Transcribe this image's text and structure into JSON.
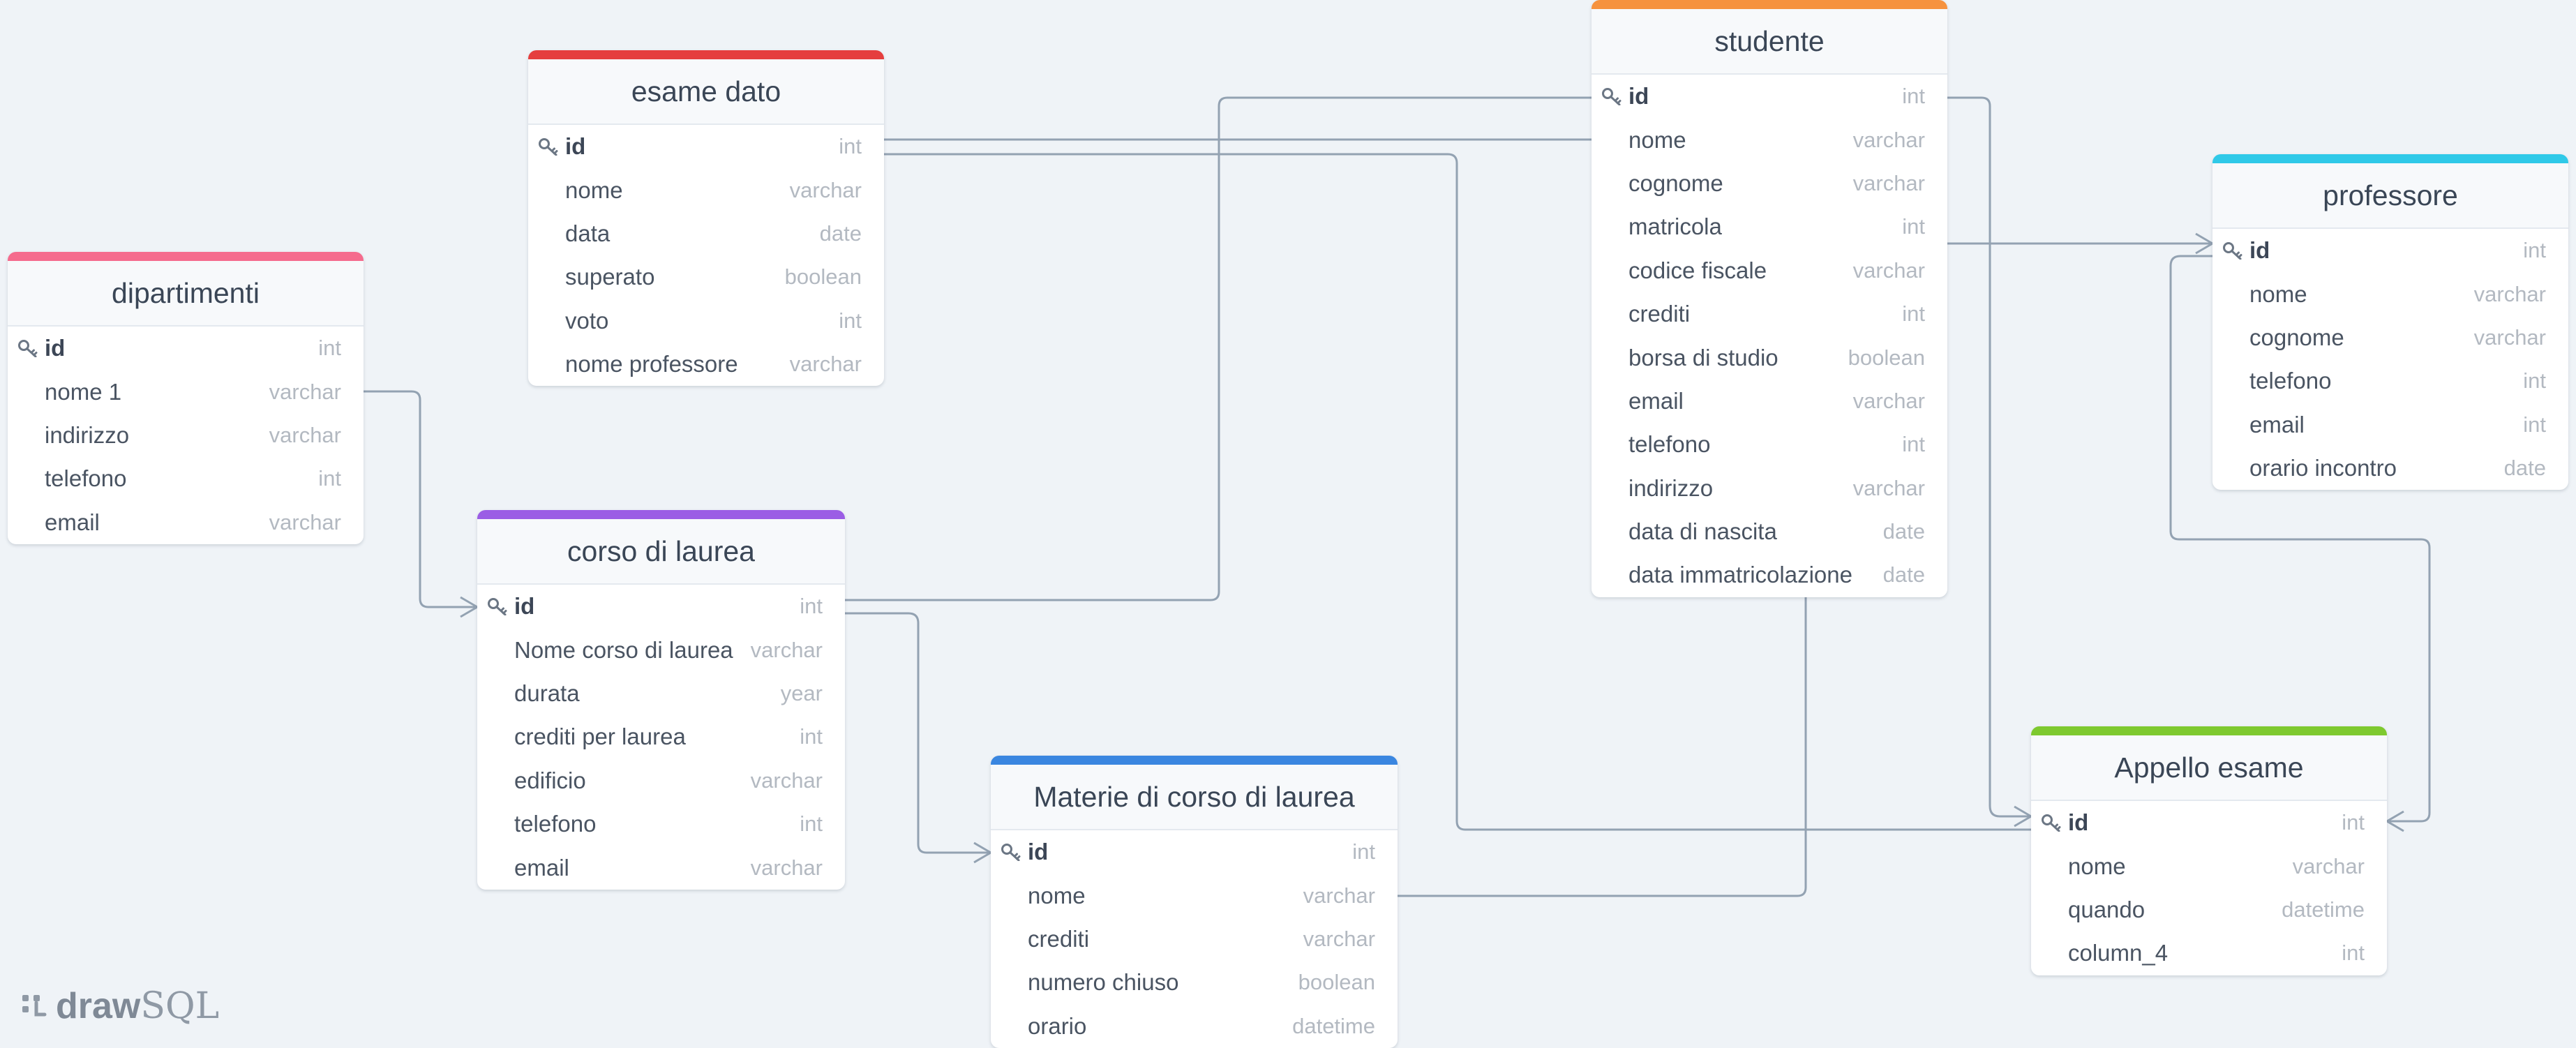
{
  "brand": {
    "logo_text_a": "draw",
    "logo_text_b": "SQL"
  },
  "colors": {
    "canvas": "#eff3f7",
    "connector": "#93a2b2",
    "esame_dato": "#e53e3e",
    "studente": "#f6923e",
    "professore": "#2fc9e8",
    "dipartimenti": "#f56b8d",
    "corso_di_laurea": "#9b5de5",
    "materie": "#3a86e0",
    "appello_esame": "#7ec92f"
  },
  "tables": {
    "esame_dato": {
      "title": "esame dato",
      "columns": [
        {
          "name": "id",
          "type": "int",
          "pk": true
        },
        {
          "name": "nome",
          "type": "varchar"
        },
        {
          "name": "data",
          "type": "date"
        },
        {
          "name": "superato",
          "type": "boolean"
        },
        {
          "name": "voto",
          "type": "int"
        },
        {
          "name": "nome professore",
          "type": "varchar"
        }
      ]
    },
    "studente": {
      "title": "studente",
      "columns": [
        {
          "name": "id",
          "type": "int",
          "pk": true
        },
        {
          "name": "nome",
          "type": "varchar"
        },
        {
          "name": "cognome",
          "type": "varchar"
        },
        {
          "name": "matricola",
          "type": "int"
        },
        {
          "name": "codice fiscale",
          "type": "varchar"
        },
        {
          "name": "crediti",
          "type": "int"
        },
        {
          "name": "borsa di studio",
          "type": "boolean"
        },
        {
          "name": "email",
          "type": "varchar"
        },
        {
          "name": "telefono",
          "type": "int"
        },
        {
          "name": "indirizzo",
          "type": "varchar"
        },
        {
          "name": "data di nascita",
          "type": "date"
        },
        {
          "name": "data immatricolazione",
          "type": "date"
        }
      ]
    },
    "professore": {
      "title": "professore",
      "columns": [
        {
          "name": "id",
          "type": "int",
          "pk": true
        },
        {
          "name": "nome",
          "type": "varchar"
        },
        {
          "name": "cognome",
          "type": "varchar"
        },
        {
          "name": "telefono",
          "type": "int"
        },
        {
          "name": "email",
          "type": "int"
        },
        {
          "name": "orario incontro",
          "type": "date"
        }
      ]
    },
    "dipartimenti": {
      "title": "dipartimenti",
      "columns": [
        {
          "name": "id",
          "type": "int",
          "pk": true
        },
        {
          "name": "nome 1",
          "type": "varchar"
        },
        {
          "name": "indirizzo",
          "type": "varchar"
        },
        {
          "name": "telefono",
          "type": "int"
        },
        {
          "name": "email",
          "type": "varchar"
        }
      ]
    },
    "corso_di_laurea": {
      "title": "corso di laurea",
      "columns": [
        {
          "name": "id",
          "type": "int",
          "pk": true
        },
        {
          "name": "Nome corso di laurea",
          "type": "varchar"
        },
        {
          "name": "durata",
          "type": "year"
        },
        {
          "name": "crediti per laurea",
          "type": "int"
        },
        {
          "name": "edificio",
          "type": "varchar"
        },
        {
          "name": "telefono",
          "type": "int"
        },
        {
          "name": "email",
          "type": "varchar"
        }
      ]
    },
    "materie": {
      "title": "Materie di corso di laurea",
      "columns": [
        {
          "name": "id",
          "type": "int",
          "pk": true
        },
        {
          "name": "nome",
          "type": "varchar"
        },
        {
          "name": "crediti",
          "type": "varchar"
        },
        {
          "name": "numero chiuso",
          "type": "boolean"
        },
        {
          "name": "orario",
          "type": "datetime"
        }
      ]
    },
    "appello_esame": {
      "title": "Appello esame",
      "columns": [
        {
          "name": "id",
          "type": "int",
          "pk": true
        },
        {
          "name": "nome",
          "type": "varchar"
        },
        {
          "name": "quando",
          "type": "datetime"
        },
        {
          "name": "column_4",
          "type": "int"
        }
      ]
    }
  }
}
